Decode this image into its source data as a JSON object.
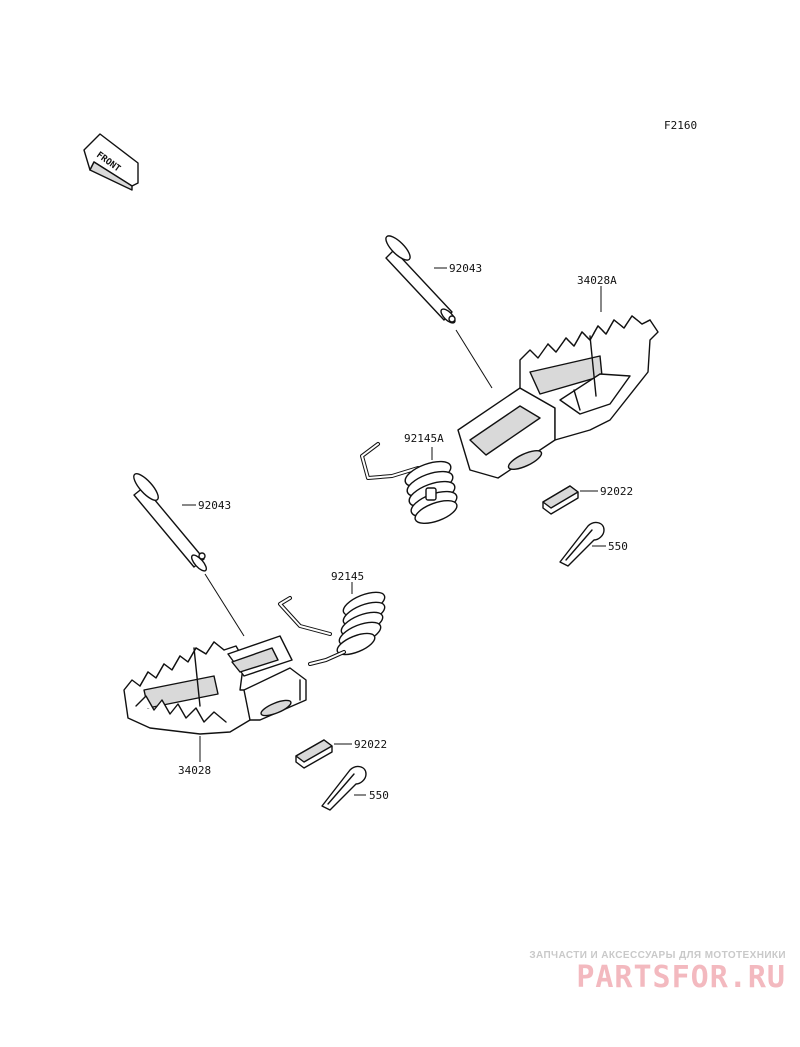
{
  "figure_code": "F2160",
  "front_marker": "FRONT",
  "callouts": {
    "pin_upper": "92043",
    "footrest_right": "34028A",
    "spring_upper": "92145A",
    "washer_upper": "92022",
    "cotter_upper": "550",
    "pin_lower": "92043",
    "spring_lower": "92145",
    "washer_lower": "92022",
    "footrest_left": "34028",
    "cotter_lower": "550"
  },
  "watermark": {
    "tagline": "ЗАПЧАСТИ И АКСЕССУАРЫ ДЛЯ МОТОТЕХНИКИ",
    "logo": "PARTSFOR.RU"
  }
}
